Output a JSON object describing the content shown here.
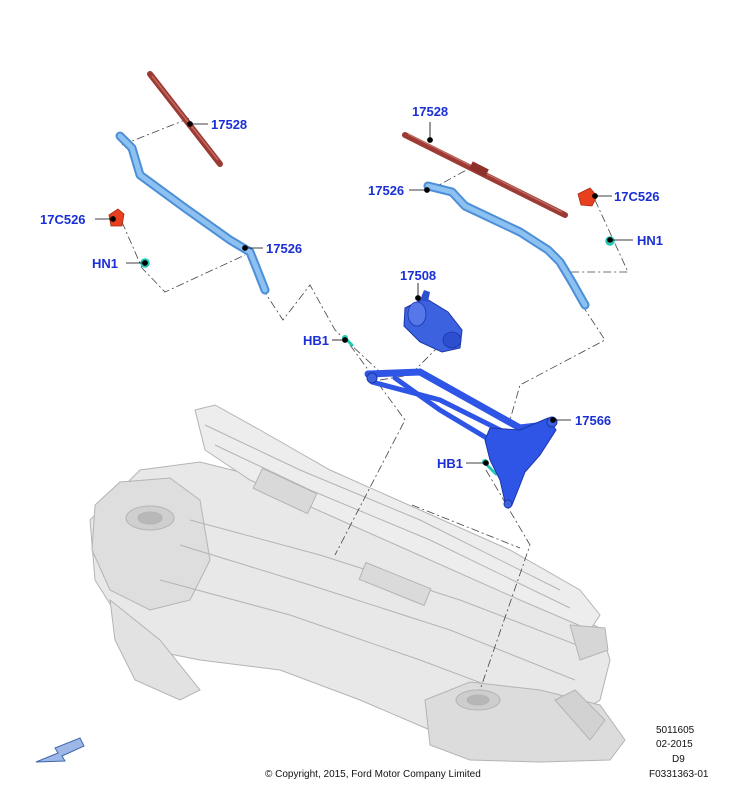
{
  "callouts": {
    "blade_left": "17528",
    "blade_right": "17528",
    "arm_left": "17526",
    "arm_right": "17526",
    "cap_left": "17C526",
    "cap_right": "17C526",
    "nut_left": "HN1",
    "nut_right": "HN1",
    "motor": "17508",
    "bolt_upper": "HB1",
    "bolt_lower": "HB1",
    "linkage": "17566"
  },
  "meta": {
    "code_1": "5011605",
    "date": "02-2015",
    "code_2": "D9",
    "figure_id": "F0331363-01",
    "copyright": "© Copyright, 2015, Ford Motor Company Limited"
  },
  "colors": {
    "callout_text": "#1a2fd6",
    "blade": "#9b3b34",
    "arm": "#6aa8e8",
    "linkage": "#2f55e6",
    "cap": "#e8401e",
    "fastener": "#1fc9b5",
    "body_panel": "#e4e4e4"
  },
  "icons": {
    "direction_arrow": "front-direction-arrow-icon"
  }
}
